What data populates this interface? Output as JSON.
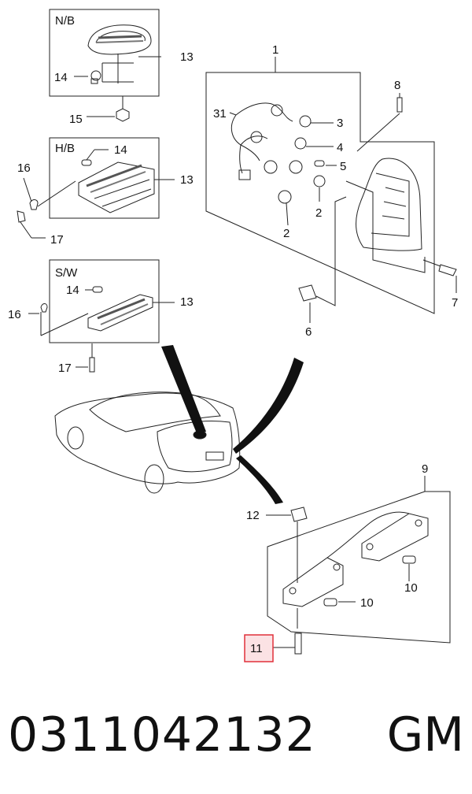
{
  "boxes": {
    "nb": "N/B",
    "hb": "H/B",
    "sw": "S/W"
  },
  "callouts": {
    "n1": "1",
    "n2a": "2",
    "n2b": "2",
    "n3": "3",
    "n4": "4",
    "n5": "5",
    "n6": "6",
    "n7": "7",
    "n8": "8",
    "n9": "9",
    "n10a": "10",
    "n10b": "10",
    "n11": "11",
    "n12": "12",
    "n13a": "13",
    "n13b": "13",
    "n13c": "13",
    "n14a": "14",
    "n14b": "14",
    "n14c": "14",
    "n15": "15",
    "n16a": "16",
    "n16b": "16",
    "n17a": "17",
    "n17b": "17",
    "n31": "31"
  },
  "highlight_color": "#e0303a",
  "footer": {
    "part_number": "0311042132",
    "brand": "GM"
  }
}
